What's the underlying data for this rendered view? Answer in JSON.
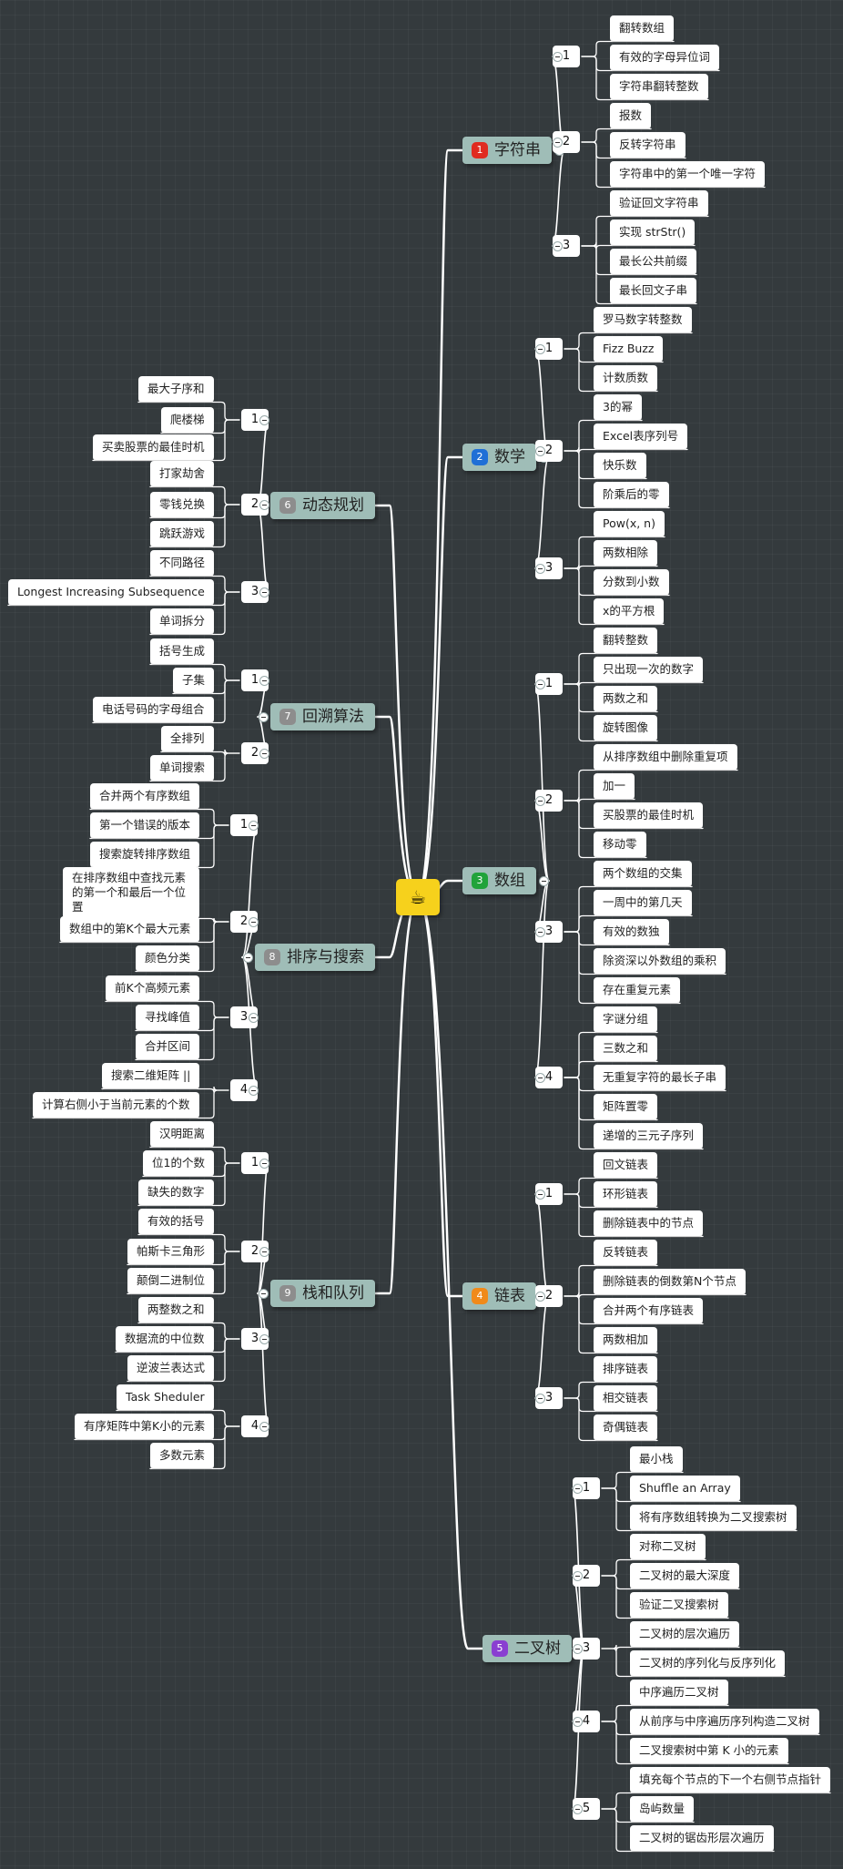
{
  "root": {
    "icon": "coffee-icon",
    "glyph": "☕"
  },
  "colors": {
    "edge": "#ffffff",
    "topic_fill": "#9fbdb7",
    "root_fill": "#f6d11c",
    "background": "#343a3d"
  },
  "topics": [
    {
      "badge": "1",
      "badge_color": "#e02b20",
      "label": "字符串",
      "groups": [
        {
          "label": "1",
          "items": [
            "翻转数组",
            "有效的字母异位词",
            "字符串翻转整数"
          ]
        },
        {
          "label": "2",
          "items": [
            "报数",
            "反转字符串",
            "字符串中的第一个唯一字符"
          ]
        },
        {
          "label": "3",
          "items": [
            "验证回文字符串",
            "实现 strStr()",
            "最长公共前缀",
            "最长回文子串"
          ]
        }
      ]
    },
    {
      "badge": "2",
      "badge_color": "#1f6fd6",
      "label": "数学",
      "groups": [
        {
          "label": "1",
          "items": [
            "罗马数字转整数",
            "Fizz Buzz",
            "计数质数"
          ]
        },
        {
          "label": "2",
          "items": [
            "3的幂",
            "Excel表序列号",
            "快乐数",
            "阶乘后的零"
          ]
        },
        {
          "label": "3",
          "items": [
            "Pow(x, n)",
            "两数相除",
            "分数到小数",
            "x的平方根"
          ]
        }
      ]
    },
    {
      "badge": "3",
      "badge_color": "#21a33a",
      "label": "数组",
      "groups": [
        {
          "label": "1",
          "items": [
            "翻转整数",
            "只出现一次的数字",
            "两数之和",
            "旋转图像"
          ]
        },
        {
          "label": "2",
          "items": [
            "从排序数组中删除重复项",
            "加一",
            "买股票的最佳时机",
            "移动零"
          ]
        },
        {
          "label": "3",
          "items": [
            "两个数组的交集",
            "一周中的第几天",
            "有效的数独",
            "除资深以外数组的乘积",
            "存在重复元素"
          ]
        },
        {
          "label": "4",
          "items": [
            "字谜分组",
            "三数之和",
            "无重复字符的最长子串",
            "矩阵置零",
            "递增的三元子序列"
          ]
        }
      ]
    },
    {
      "badge": "4",
      "badge_color": "#f08a1a",
      "label": "链表",
      "groups": [
        {
          "label": "1",
          "items": [
            "回文链表",
            "环形链表",
            "删除链表中的节点"
          ]
        },
        {
          "label": "2",
          "items": [
            "反转链表",
            "删除链表的倒数第N个节点",
            "合并两个有序链表",
            "两数相加"
          ]
        },
        {
          "label": "3",
          "items": [
            "排序链表",
            "相交链表",
            "奇偶链表"
          ]
        }
      ]
    },
    {
      "badge": "5",
      "badge_color": "#8a3fd1",
      "label": "二叉树",
      "groups": [
        {
          "label": "1",
          "items": [
            "最小栈",
            "Shuffle an Array",
            "将有序数组转换为二叉搜索树"
          ]
        },
        {
          "label": "2",
          "items": [
            "对称二叉树",
            "二叉树的最大深度",
            "验证二叉搜索树"
          ]
        },
        {
          "label": "3",
          "items": [
            "二叉树的层次遍历",
            "二叉树的序列化与反序列化"
          ]
        },
        {
          "label": "4",
          "items": [
            "中序遍历二叉树",
            "从前序与中序遍历序列构造二叉树",
            "二叉搜索树中第 K 小的元素"
          ]
        },
        {
          "label": "5",
          "items": [
            "填充每个节点的下一个右侧节点指针",
            "岛屿数量",
            "二叉树的锯齿形层次遍历"
          ]
        }
      ]
    },
    {
      "badge": "6",
      "badge_color": "#8d8d8d",
      "label": "动态规划",
      "groups": [
        {
          "label": "1",
          "items": [
            "最大子序和",
            "爬楼梯",
            "买卖股票的最佳时机"
          ]
        },
        {
          "label": "2",
          "items": [
            "打家劫舍",
            "零钱兑换",
            "跳跃游戏"
          ]
        },
        {
          "label": "3",
          "items": [
            "不同路径",
            "Longest Increasing Subsequence",
            "单词拆分"
          ]
        }
      ]
    },
    {
      "badge": "7",
      "badge_color": "#8d8d8d",
      "label": "回溯算法",
      "groups": [
        {
          "label": "1",
          "items": [
            "括号生成",
            "子集",
            "电话号码的字母组合"
          ]
        },
        {
          "label": "2",
          "items": [
            "全排列",
            "单词搜索"
          ]
        }
      ]
    },
    {
      "badge": "8",
      "badge_color": "#8d8d8d",
      "label": "排序与搜索",
      "groups": [
        {
          "label": "1",
          "items": [
            "合并两个有序数组",
            "第一个错误的版本",
            "搜索旋转排序数组"
          ]
        },
        {
          "label": "2",
          "items": [
            "在排序数组中查找元素的第一个和最后一个位置",
            "数组中的第K个最大元素",
            "颜色分类"
          ]
        },
        {
          "label": "3",
          "items": [
            "前K个高频元素",
            "寻找峰值",
            "合并区间"
          ]
        },
        {
          "label": "4",
          "items": [
            "搜索二维矩阵 ||",
            "计算右侧小于当前元素的个数"
          ]
        }
      ]
    },
    {
      "badge": "9",
      "badge_color": "#8d8d8d",
      "label": "栈和队列",
      "groups": [
        {
          "label": "1",
          "items": [
            "汉明距离",
            "位1的个数",
            "缺失的数字"
          ]
        },
        {
          "label": "2",
          "items": [
            "有效的括号",
            "帕斯卡三角形",
            "颠倒二进制位"
          ]
        },
        {
          "label": "3",
          "items": [
            "两整数之和",
            "数据流的中位数",
            "逆波兰表达式"
          ]
        },
        {
          "label": "4",
          "items": [
            "Task Sheduler",
            "有序矩阵中第K小的元素",
            "多数元素"
          ]
        }
      ]
    }
  ]
}
